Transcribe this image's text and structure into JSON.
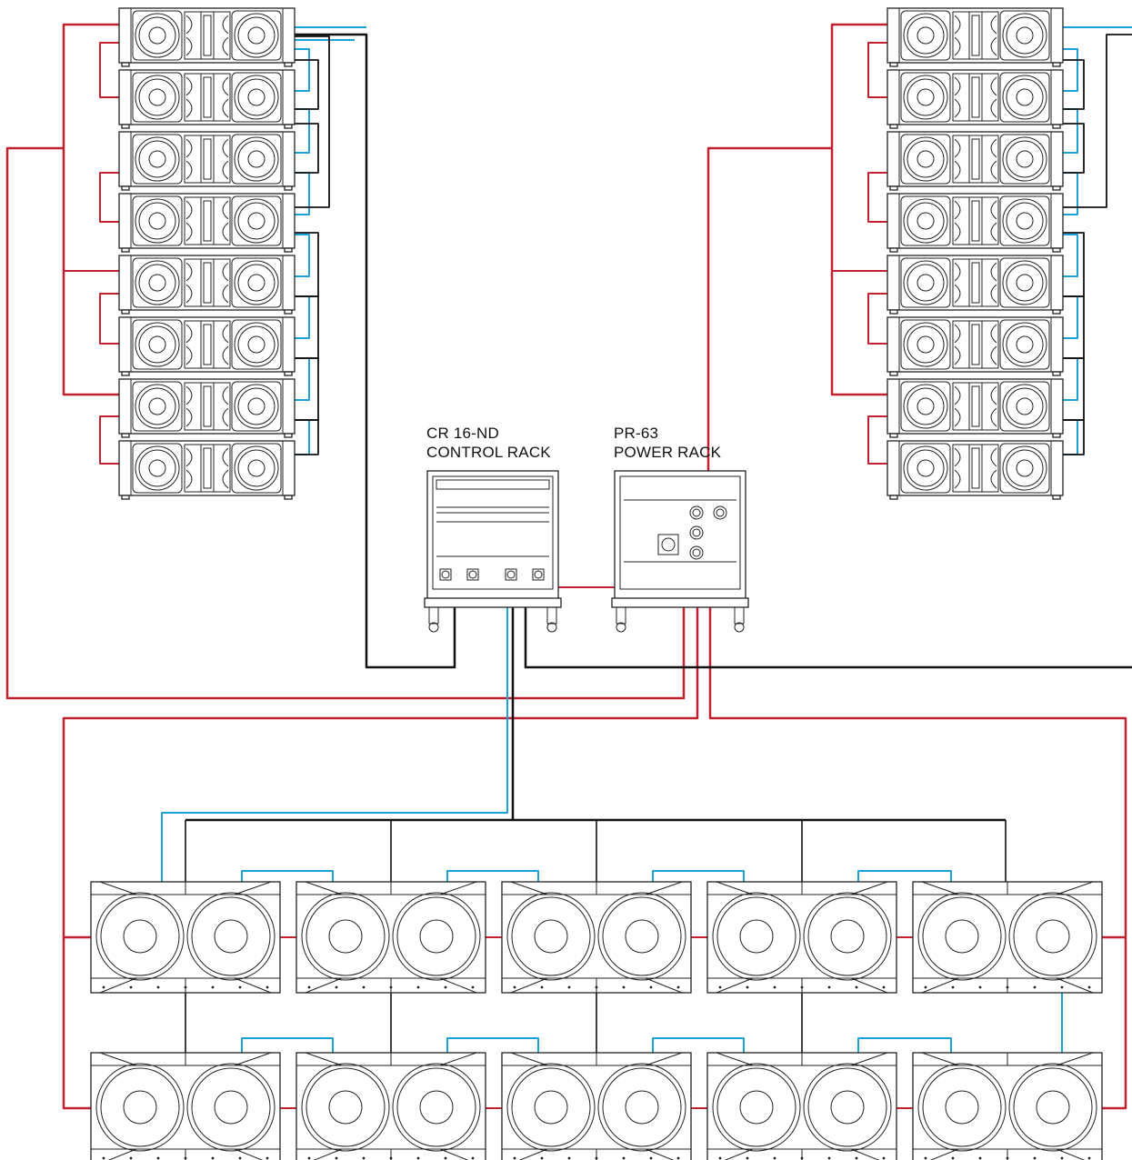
{
  "colors": {
    "power_cable": "#c0202f",
    "signal_cable": "#1ea0d8",
    "control_cable": "#111111",
    "cabinet_line": "#222222",
    "cabinet_fill": "#ffffff"
  },
  "labels": {
    "control_rack_line1": "CR 16-ND",
    "control_rack_line2": "CONTROL RACK",
    "power_rack_line1": "PR-63",
    "power_rack_line2": "POWER RACK"
  },
  "arrays": {
    "left_line_array_cabinets": 8,
    "right_line_array_cabinets": 8,
    "subwoofer_rows": 2,
    "subwoofers_per_row": 5
  },
  "icons": {
    "line_array": "line-array-cabinet-icon",
    "subwoofer": "subwoofer-cabinet-icon",
    "control_rack": "control-rack-icon",
    "power_rack": "power-rack-icon"
  }
}
